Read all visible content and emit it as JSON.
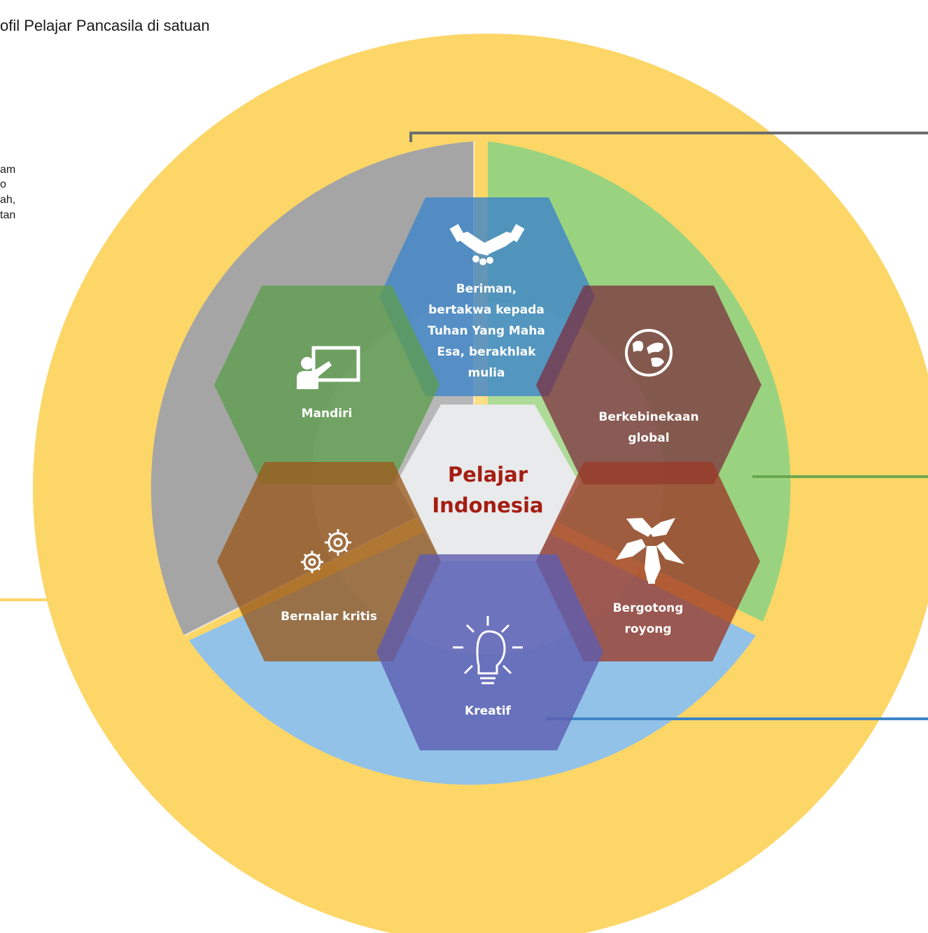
{
  "header": {
    "partial_title": "ofil Pelajar Pancasila di satuan"
  },
  "side_text": [
    "am",
    "o",
    "ah,",
    "tan"
  ],
  "center": {
    "lines": [
      "Pelajar",
      "Indonesia"
    ]
  },
  "dimensions": [
    {
      "label_lines": [
        "Beriman,",
        "bertakwa kepada",
        "Tuhan Yang Maha",
        "Esa, berakhlak",
        "mulia"
      ],
      "icon": "handshake-icon",
      "color": "#3f86c8"
    },
    {
      "label_lines": [
        "Mandiri"
      ],
      "icon": "teacher-board-icon",
      "color": "#5e9d4e"
    },
    {
      "label_lines": [
        "Berkebinekaan",
        "global"
      ],
      "icon": "globe-icon",
      "color": "#7b2a3a"
    },
    {
      "label_lines": [
        "Bernalar kritis"
      ],
      "icon": "gears-icon",
      "color": "#9a5a1c"
    },
    {
      "label_lines": [
        "Bergotong",
        "royong"
      ],
      "icon": "hands-together-icon",
      "color": "#9b3a26"
    },
    {
      "label_lines": [
        "Kreatif"
      ],
      "icon": "lightbulb-icon",
      "color": "#5e5cb0"
    }
  ],
  "colors": {
    "outer_ring": "#fcd667",
    "segment_gray": "#a5a5a5",
    "segment_green": "#9ad37f",
    "segment_blue": "#93c2e8",
    "center_hex": "#e8eaeb",
    "center_text": "#a51d12"
  }
}
